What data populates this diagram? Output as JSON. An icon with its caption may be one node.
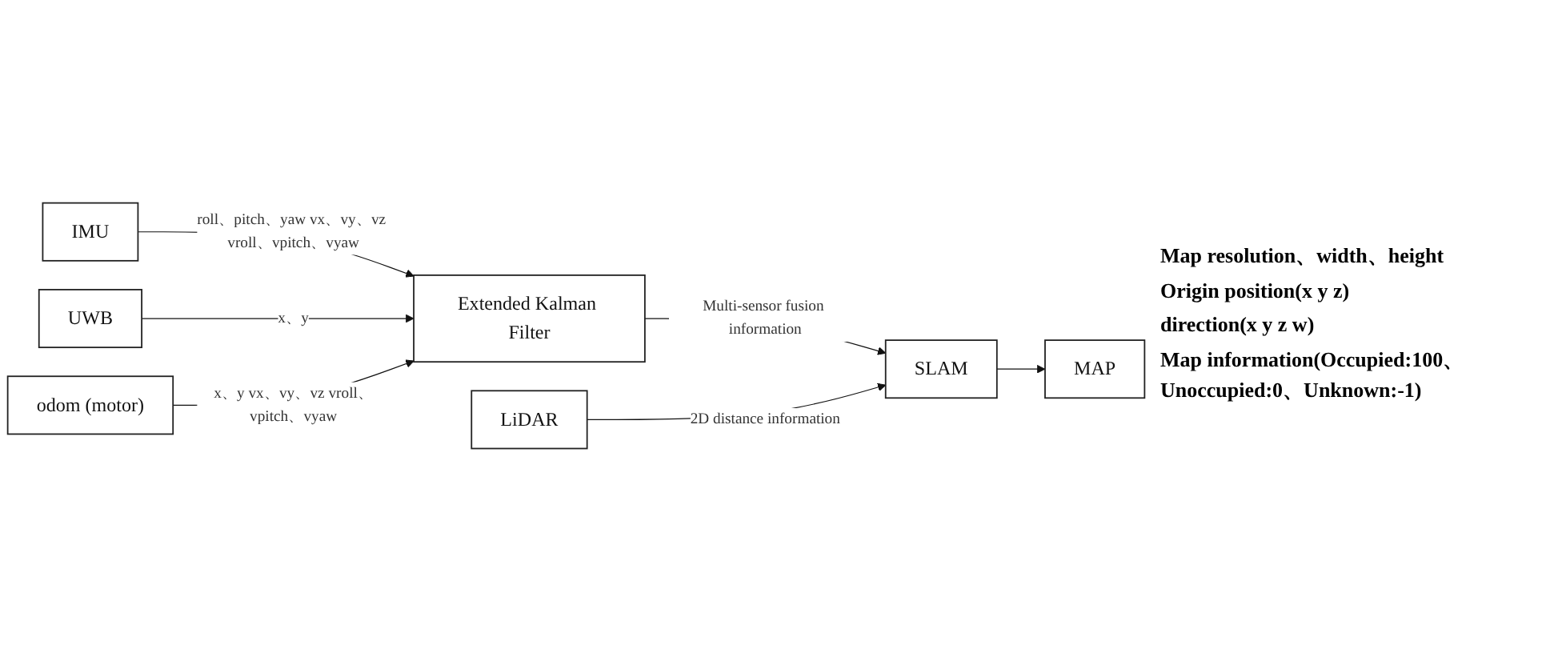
{
  "diagram": {
    "nodes": [
      {
        "text": [
          "IMU"
        ]
      },
      {
        "text": [
          "UWB"
        ]
      },
      {
        "text": [
          "odom (motor)"
        ]
      },
      {
        "text": [
          "Extended Kalman Filter"
        ]
      },
      {
        "text": [
          "LiDAR"
        ]
      },
      {
        "text": [
          "SLAM"
        ]
      },
      {
        "text": [
          "MAP"
        ]
      }
    ],
    "edges": [
      {
        "from": 0,
        "to": 3,
        "arrow": "to",
        "label": "roll、pitch、yaw vx、vy、vz vroll、vpitch、vyaw"
      },
      {
        "from": 1,
        "to": 3,
        "arrow": "to",
        "label": "x、y"
      },
      {
        "from": 2,
        "to": 3,
        "arrow": "to",
        "label": "x、y vx、vy、vz vroll、vpitch、vyaw"
      },
      {
        "from": 3,
        "to": 5,
        "arrow": "to",
        "label": "Multi-sensor fusion information"
      },
      {
        "from": 4,
        "to": 5,
        "arrow": "to",
        "label": "2D distance information"
      },
      {
        "from": 5,
        "to": 6,
        "arrow": "to"
      }
    ],
    "labels": [
      "Map resolution、width、height",
      "Origin position(x y z)",
      "direction(x y z w)",
      "Map information(Occupied:100、Unoccupied:0、Unknown:-1)"
    ]
  }
}
